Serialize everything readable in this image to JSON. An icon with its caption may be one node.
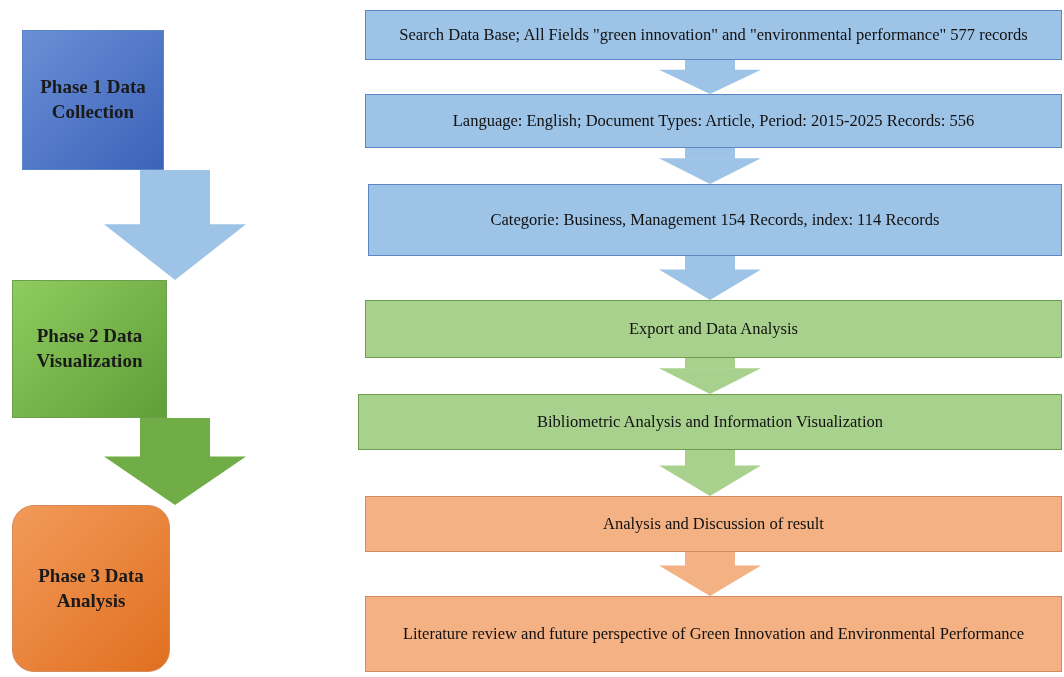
{
  "diagram": {
    "nodes": [
      {
        "text": [
          "Phase 1 Data Collection"
        ]
      },
      {
        "text": [
          "Phase 2 Data Visualization"
        ]
      },
      {
        "text": [
          "Phase 3 Data Analysis"
        ]
      },
      {
        "text": [
          "Search Data Base; All Fields \"green innovation\" and \"environmental performance\" 577 records"
        ]
      },
      {
        "text": [
          "Language: English; Document Types: Article, Period: 2015-2025 Records: 556"
        ]
      },
      {
        "text": [
          "Categorie: Business, Management 154 Records, index: 114 Records"
        ]
      },
      {
        "text": [
          "Export and Data Analysis"
        ]
      },
      {
        "text": [
          "Bibliometric Analysis and Information Visualization"
        ]
      },
      {
        "text": [
          "Analysis and Discussion of result"
        ]
      },
      {
        "text": [
          "Literature review and future perspective of Green Innovation and Environmental Performance"
        ]
      }
    ],
    "edges": [
      {
        "from": 0,
        "to": 1,
        "arrow": "to"
      },
      {
        "from": 1,
        "to": 2,
        "arrow": "to",
        "color": "#70ad47"
      },
      {
        "from": 3,
        "to": 4,
        "arrow": "to"
      },
      {
        "from": 4,
        "to": 5,
        "arrow": "to"
      },
      {
        "from": 5,
        "to": 6,
        "arrow": "to"
      },
      {
        "from": 6,
        "to": 7,
        "arrow": "to",
        "color": "#a9d18e"
      },
      {
        "from": 7,
        "to": 8,
        "arrow": "to",
        "color": "#a9d18e"
      },
      {
        "from": 8,
        "to": 9,
        "arrow": "to",
        "color": "#f4b183"
      }
    ]
  }
}
